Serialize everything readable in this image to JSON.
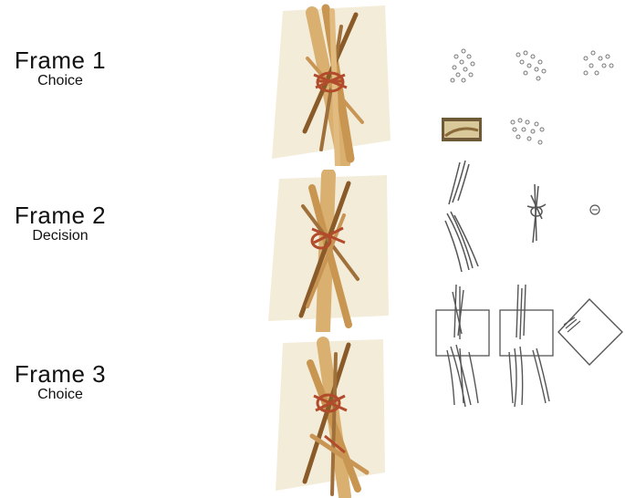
{
  "frames": [
    {
      "title": "Frame 1",
      "subtitle": "Choice"
    },
    {
      "title": "Frame 2",
      "subtitle": "Decision"
    },
    {
      "title": "Frame 3",
      "subtitle": "Choice"
    }
  ],
  "colors": {
    "background": "#ffffff",
    "paper": "#f3ecd9",
    "wood_light": "#d9b070",
    "wood_dark": "#8a5a28",
    "twine": "#b24a2c",
    "sketch": "#555555"
  },
  "icons": [
    "stick-sculpture-photo",
    "dot-cluster-sketch",
    "line-bundle-sketch",
    "boxed-lines-sketch",
    "diamond-sketch"
  ]
}
